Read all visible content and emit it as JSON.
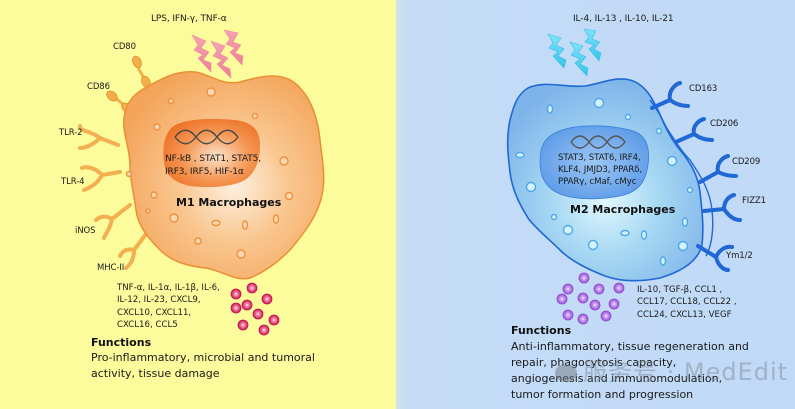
{
  "colors": {
    "m1_background": "#fdfc9c",
    "m2_background": "#c0d9f7",
    "m1_cell": "#f6a85a",
    "m1_outline": "#e88a2c",
    "m1_nucleus": "#f07a2e",
    "m2_cell": "#8fc0ee",
    "m2_outline": "#1f68d6",
    "m2_nucleus": "#5c9ae6",
    "m1_cytokine": "#d0205a",
    "m2_cytokine": "#9b5fd8",
    "m1_signal": "#f08aa0",
    "m2_signal": "#4fd0f0"
  },
  "m1": {
    "stimuli": "LPS, IFN-γ, TNF-α",
    "receptors": [
      "CD80",
      "CD86",
      "TLR-2",
      "TLR-4",
      "iNOS",
      "MHC-II"
    ],
    "nucleus_factors_line1": "NF-kB , STAT1, STAT5,",
    "nucleus_factors_line2": "IRF3, IRF5, HIF-1α",
    "title": "M1 Macrophages",
    "secreted": "TNF-α, IL-1α, IL-1β, IL-6,\nIL-12, IL-23, CXCL9,\nCXCL10, CXCL11,\nCXCL16, CCL5",
    "functions_heading": "Functions",
    "functions_text": "Pro-inflammatory, microbial and tumoral activity, tissue damage"
  },
  "m2": {
    "stimuli": "IL-4, IL-13 , IL-10, IL-21",
    "receptors": [
      "CD163",
      "CD206",
      "CD209",
      "FIZZ1",
      "Ym1/2"
    ],
    "nucleus_factors_line1": "STAT3, STAT6, IRF4,",
    "nucleus_factors_line2": "KLF4, JMJD3, PPARδ,",
    "nucleus_factors_line3": "PPARγ, cMaf, cMyc",
    "title": "M2 Macrophages",
    "secreted": "IL-10, TGF-β, CCL1 ,\nCCL17, CCL18, CCL22 ,\nCCL24, CXCL13, VEGF",
    "functions_heading": "Functions",
    "functions_text": "Anti-inflammatory, tissue regeneration and repair, phagocytosis capacity, angiogenesis and immunomodulation, tumor formation and progression"
  },
  "watermark": "服务号 · MedEdit"
}
